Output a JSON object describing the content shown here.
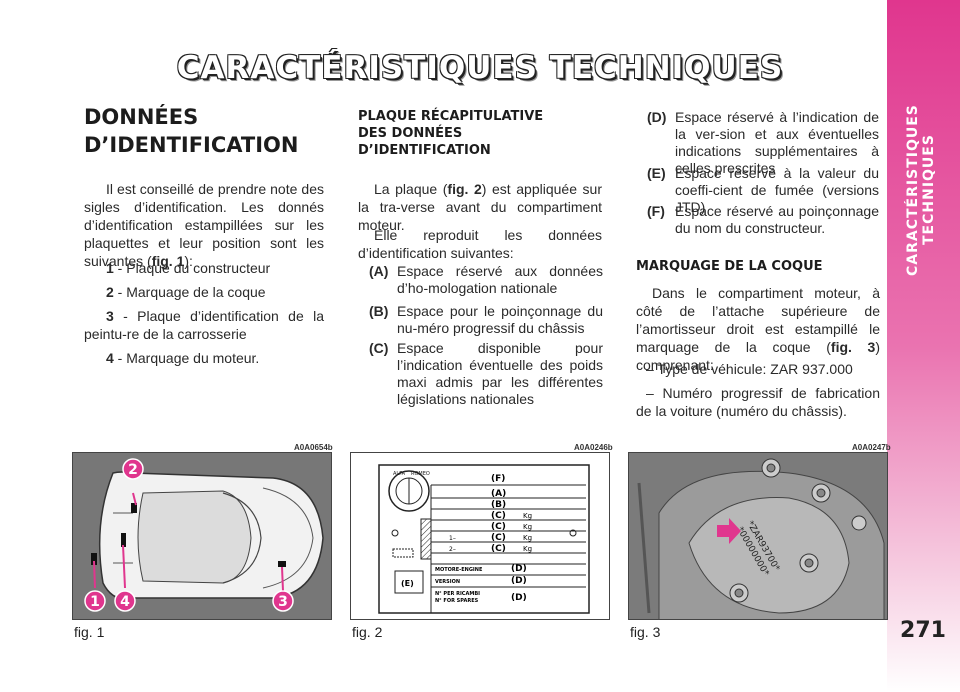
{
  "sidebar": {
    "label": "CARACTÉRISTIQUES TECHNIQUES",
    "page_number": "271"
  },
  "header": {
    "title": "CARACTÉRISTIQUES TECHNIQUES"
  },
  "col1": {
    "heading_line1": "DONNÉES",
    "heading_line2": "D’IDENTIFICATION",
    "intro": "Il est conseillé de prendre note des sigles d’identification. Les donnés d’identification estampillées sur les plaquettes et leur position sont les suivantes (",
    "intro_fig": "fig. 1",
    "intro_end": "):",
    "items": [
      {
        "num": "1",
        "text": " - Plaque du constructeur"
      },
      {
        "num": "2",
        "text": " - Marquage de la coque"
      },
      {
        "num": "3",
        "text": " - Plaque d’identification de la peintu-re de la carrosserie"
      },
      {
        "num": "4",
        "text": " - Marquage du moteur."
      }
    ]
  },
  "col2": {
    "heading_l1": "PLAQUE RÉCAPITULATIVE",
    "heading_l2": "DES DONNÉES",
    "heading_l3": "D’IDENTIFICATION",
    "p1_a": "La plaque (",
    "p1_fig": "fig. 2",
    "p1_b": ") est appliquée sur la tra-verse avant du compartiment moteur.",
    "p2": "Elle reproduit les données d’identification suivantes:",
    "items": [
      {
        "key": "(A)",
        "text": "Espace réservé aux données d’ho-mologation nationale"
      },
      {
        "key": "(B)",
        "text": "Espace pour le poinçonnage du nu-méro progressif du châssis"
      },
      {
        "key": "(C)",
        "text": "Espace disponible pour l’indication éventuelle des poids maxi admis par les différentes législations nationales"
      }
    ]
  },
  "col3": {
    "items": [
      {
        "key": "(D)",
        "text": "Espace réservé à l’indication de la ver-sion et aux éventuelles indications supplémentaires à celles prescrites"
      },
      {
        "key": "(E)",
        "text": "Espace réservé à la valeur du coeffi-cient de fumée (versions JTD)"
      },
      {
        "key": "(F)",
        "text": "Espace réservé au poinçonnage du nom du constructeur."
      }
    ],
    "heading": "MARQUAGE DE LA COQUE",
    "p1_a": "Dans le compartiment moteur, à côté de l’attache supérieure de l’amortisseur droit est estampillé le marquage de la coque (",
    "p1_fig": "fig. 3",
    "p1_b": ") comprenant:",
    "p2": "– Type de véhicule: ZAR 937.000",
    "p3": "– Numéro progressif de fabrication de la voiture (numéro du châssis)."
  },
  "figures": [
    {
      "code": "A0A0654b",
      "caption": "fig. 1",
      "markers": [
        "1",
        "2",
        "3",
        "4"
      ]
    },
    {
      "code": "A0A0246b",
      "caption": "fig. 2",
      "plate": {
        "rows": [
          "(F)",
          "(A)",
          "(B)",
          "(C)",
          "(C)",
          "(C)",
          "(C)"
        ],
        "unit": "Kg",
        "left_labels": [
          "1–",
          "2–"
        ],
        "motor": "MOTORE-ENGINE",
        "version": "VERSION",
        "spares_1": "N° PER RICAMBI",
        "spares_2": "N° FOR SPARES",
        "d": "(D)",
        "e": "(E)",
        "logo_1": "ALFA",
        "logo_2": "ROMEO"
      }
    },
    {
      "code": "A0A0247b",
      "caption": "fig. 3",
      "stamp_1": "*ZAR93700*",
      "stamp_2": "*00000000*"
    }
  ]
}
